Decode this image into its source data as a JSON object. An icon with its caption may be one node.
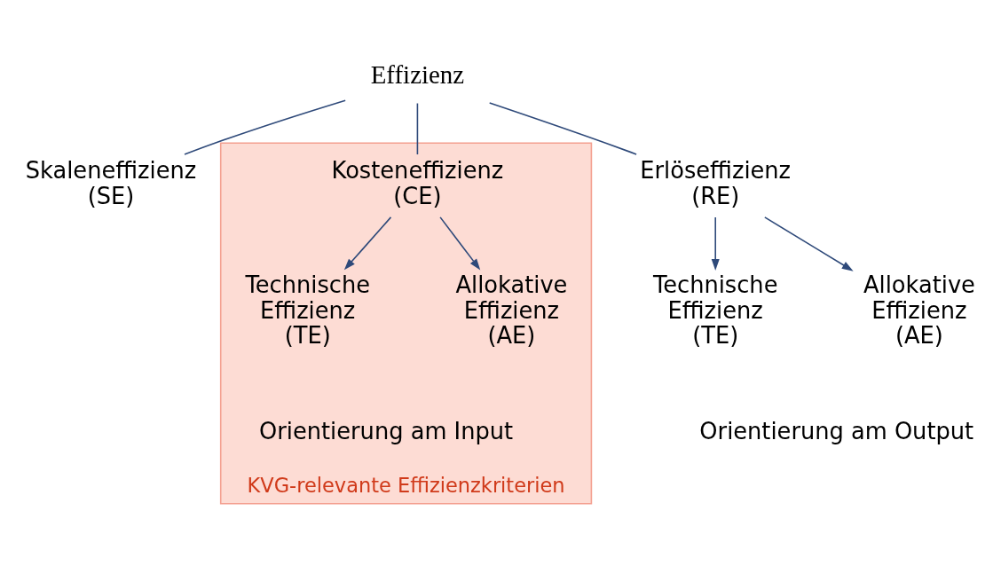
{
  "diagram": {
    "nodes": [
      {
        "text": [
          "Effizienz"
        ]
      },
      {
        "text": [
          "Skaleneffizienz (SE)"
        ]
      },
      {
        "text": [
          "KVG-relevante Effizienzkriterien"
        ]
      },
      {
        "text": [
          "Kosteneffizienz (CE)"
        ],
        "in": 2
      },
      {
        "text": [
          "Technische Effizienz (TE)"
        ],
        "in": 2
      },
      {
        "text": [
          "Allokative Effizienz (AE)"
        ],
        "in": 2
      },
      {
        "text": [
          "Erlöseffizienz (RE)"
        ]
      },
      {
        "text": [
          "Technische Effizienz (TE)"
        ]
      },
      {
        "text": [
          "Allokative Effizienz (AE)"
        ]
      }
    ],
    "edges": [
      {
        "from": 0,
        "to": 1,
        "arrow": "none"
      },
      {
        "from": 0,
        "to": 3,
        "arrow": "none"
      },
      {
        "from": 0,
        "to": 6,
        "arrow": "none"
      },
      {
        "from": 3,
        "to": 4,
        "arrow": "to"
      },
      {
        "from": 3,
        "to": 5,
        "arrow": "to"
      },
      {
        "from": 6,
        "to": 7,
        "arrow": "to"
      },
      {
        "from": 6,
        "to": 8,
        "arrow": "to"
      }
    ],
    "labels": [
      "Orientierung am Input",
      "Orientierung am Output"
    ]
  }
}
